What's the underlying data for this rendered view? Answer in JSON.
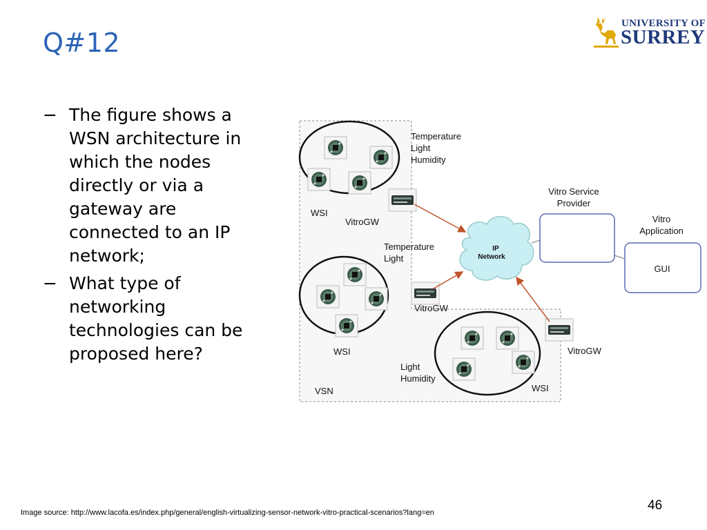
{
  "slide": {
    "title": "Q#12",
    "page_number": "46",
    "image_source": "Image source: http://www.lacofa.es/index.php/general/english-virtualizing-sensor-network-vitro-practical-scenarios?lang=en"
  },
  "logo": {
    "line1": "UNIVERSITY OF",
    "line2": "SURREY",
    "icon": "stag-icon",
    "color": "#1f3a7a",
    "accent": "#e0a800"
  },
  "bullets": [
    {
      "marker": "−",
      "text": "The figure shows a WSN architecture in which the nodes directly or via a gateway are connected to an IP network;"
    },
    {
      "marker": "−",
      "text": "What type of networking technologies can be proposed here?"
    }
  ],
  "diagram": {
    "labels": {
      "top_sensors": [
        "Temperature",
        "Light",
        "Humidity"
      ],
      "mid_sensors": [
        "Temperature",
        "Light"
      ],
      "bottom_sensors": [
        "Light",
        "Humidity"
      ],
      "wsi_top": "WSI",
      "wsi_mid": "WSI",
      "wsi_bottom": "WSI",
      "gw_top": "VitroGW",
      "gw_mid": "VitroGW",
      "gw_bottom": "VitroGW",
      "ip_network": [
        "IP",
        "Network"
      ],
      "service_provider": [
        "Vitro Service",
        "Provider"
      ],
      "vitro_app": [
        "Vitro",
        "Application"
      ],
      "gui": "GUI",
      "vsn": "VSN"
    },
    "colors": {
      "arrow": "#c0552b",
      "box_border": "#5a6ab5",
      "cloud": "#c9eef3"
    }
  }
}
